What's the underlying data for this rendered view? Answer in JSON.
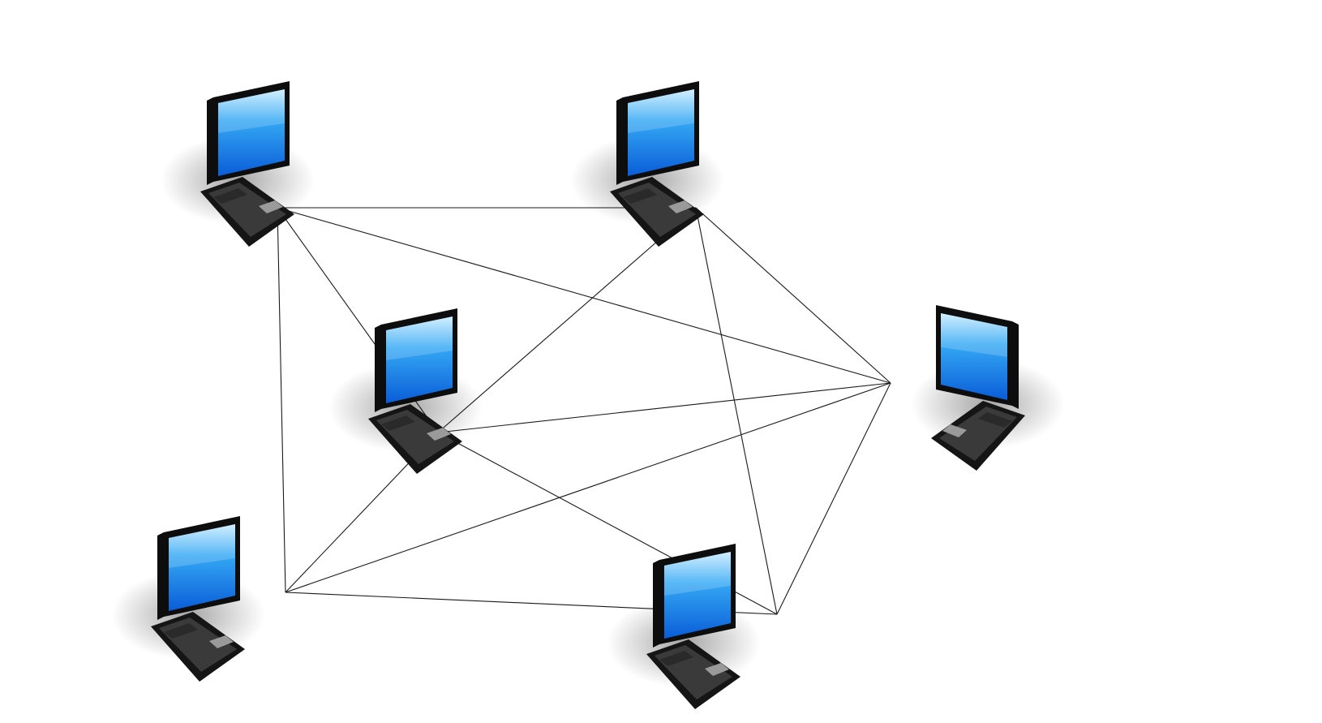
{
  "diagram": {
    "type": "network-topology",
    "background_color": "#ffffff",
    "colors": {
      "link": "#1a1a1a",
      "screen_top": "#c9ecff",
      "screen_mid": "#35a9f4",
      "screen_bottom": "#0a5dd8",
      "bezel": "#0d0d0d",
      "chassis": "#151515",
      "keyboard": "#3a3a3a",
      "touchpad": "#9a9a9a"
    },
    "nodes": [
      {
        "id": "laptop-top-left",
        "icon": "laptop-icon"
      },
      {
        "id": "laptop-top-middle",
        "icon": "laptop-icon"
      },
      {
        "id": "laptop-center",
        "icon": "laptop-icon"
      },
      {
        "id": "laptop-right",
        "icon": "laptop-icon"
      },
      {
        "id": "laptop-bottom-left",
        "icon": "laptop-icon"
      },
      {
        "id": "laptop-bottom-middle",
        "icon": "laptop-icon"
      }
    ],
    "links": [
      [
        "laptop-top-left",
        "laptop-top-middle"
      ],
      [
        "laptop-top-left",
        "laptop-right"
      ],
      [
        "laptop-top-left",
        "laptop-center"
      ],
      [
        "laptop-top-left",
        "laptop-bottom-left"
      ],
      [
        "laptop-top-middle",
        "laptop-center"
      ],
      [
        "laptop-top-middle",
        "laptop-right"
      ],
      [
        "laptop-top-middle",
        "laptop-bottom-middle"
      ],
      [
        "laptop-center",
        "laptop-right"
      ],
      [
        "laptop-center",
        "laptop-bottom-left"
      ],
      [
        "laptop-center",
        "laptop-bottom-middle"
      ],
      [
        "laptop-right",
        "laptop-bottom-left"
      ],
      [
        "laptop-right",
        "laptop-bottom-middle"
      ],
      [
        "laptop-bottom-left",
        "laptop-bottom-middle"
      ]
    ]
  }
}
